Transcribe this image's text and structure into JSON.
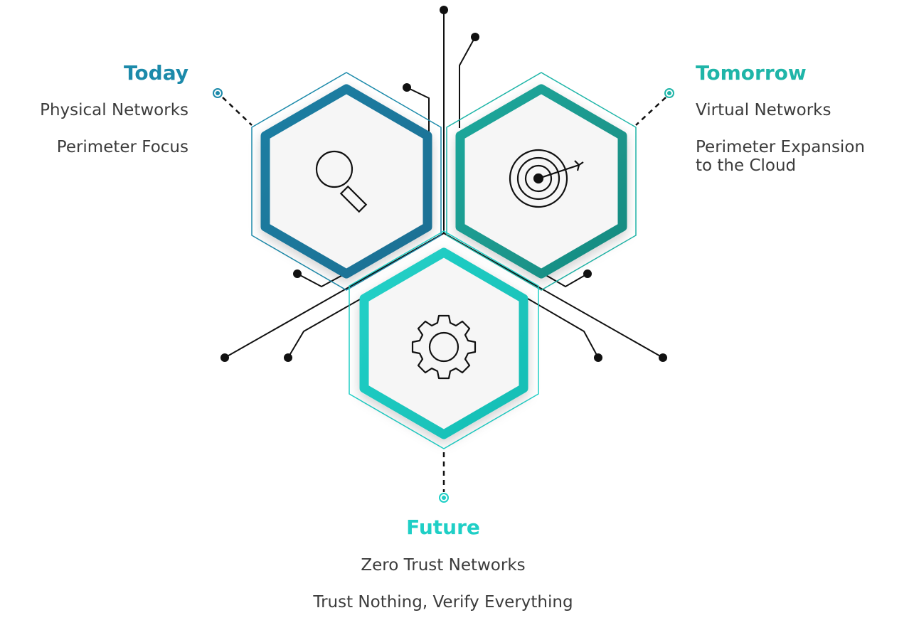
{
  "colors": {
    "today": "#1c8aaa",
    "tomorrow": "#1fb5a8",
    "future": "#1fcfc6",
    "connector": "#111111",
    "hex_fill": "#f6f6f6"
  },
  "stages": {
    "today": {
      "title": "Today",
      "line1": "Physical Networks",
      "line2": "Perimeter Focus",
      "icon": "magnifier-icon"
    },
    "tomorrow": {
      "title": "Tomorrow",
      "line1": "Virtual Networks",
      "line2": "Perimeter Expansion\nto the Cloud",
      "icon": "target-icon"
    },
    "future": {
      "title": "Future",
      "line1": "Zero Trust Networks",
      "line2": "Trust Nothing, Verify Everything",
      "icon": "gear-icon"
    }
  }
}
